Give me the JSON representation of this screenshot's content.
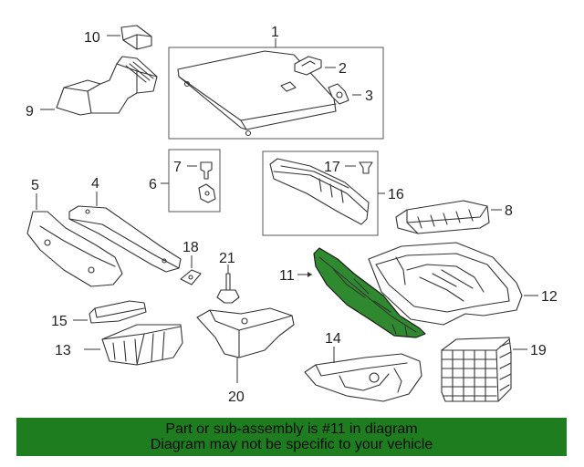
{
  "callouts": {
    "c1": "1",
    "c2": "2",
    "c3": "3",
    "c4": "4",
    "c5": "5",
    "c6": "6",
    "c7": "7",
    "c8": "8",
    "c9": "9",
    "c10": "10",
    "c11": "11",
    "c12": "12",
    "c13": "13",
    "c14": "14",
    "c15": "15",
    "c16": "16",
    "c17": "17",
    "c18": "18",
    "c19": "19",
    "c20": "20",
    "c21": "21"
  },
  "highlight": {
    "part_number": "11",
    "color": "#2f8a2f"
  },
  "banner": {
    "line1": "Part or sub-assembly is #11 in diagram",
    "line2": "Diagram may not be specific to your vehicle",
    "color": "#1e7d1e"
  }
}
